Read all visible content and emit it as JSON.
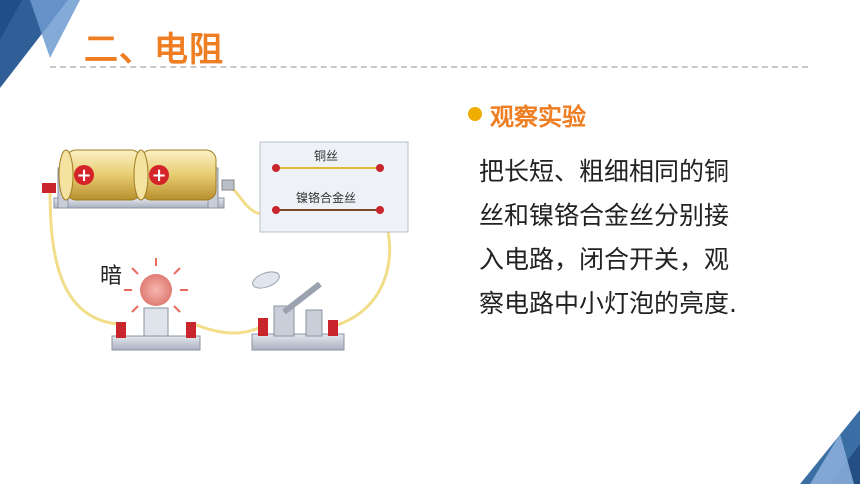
{
  "slide": {
    "title": "二、电阻",
    "section_heading": "观察实验",
    "body_lines": [
      "把长短、粗细相同的铜",
      "丝和镍铬合金丝分别接",
      "入电路，闭合开关，观",
      "察电路中小灯泡的亮度."
    ]
  },
  "diagram": {
    "copper_label": "铜丝",
    "nichrome_label": "镍铬合金丝",
    "lamp_label": "暗",
    "battery_symbol": "+"
  },
  "colors": {
    "accent_orange": "#ef7d22",
    "bullet_gold": "#f0ad00",
    "corner_blue": "#3a6ea5",
    "wire_yellow": "#f2de8a"
  }
}
